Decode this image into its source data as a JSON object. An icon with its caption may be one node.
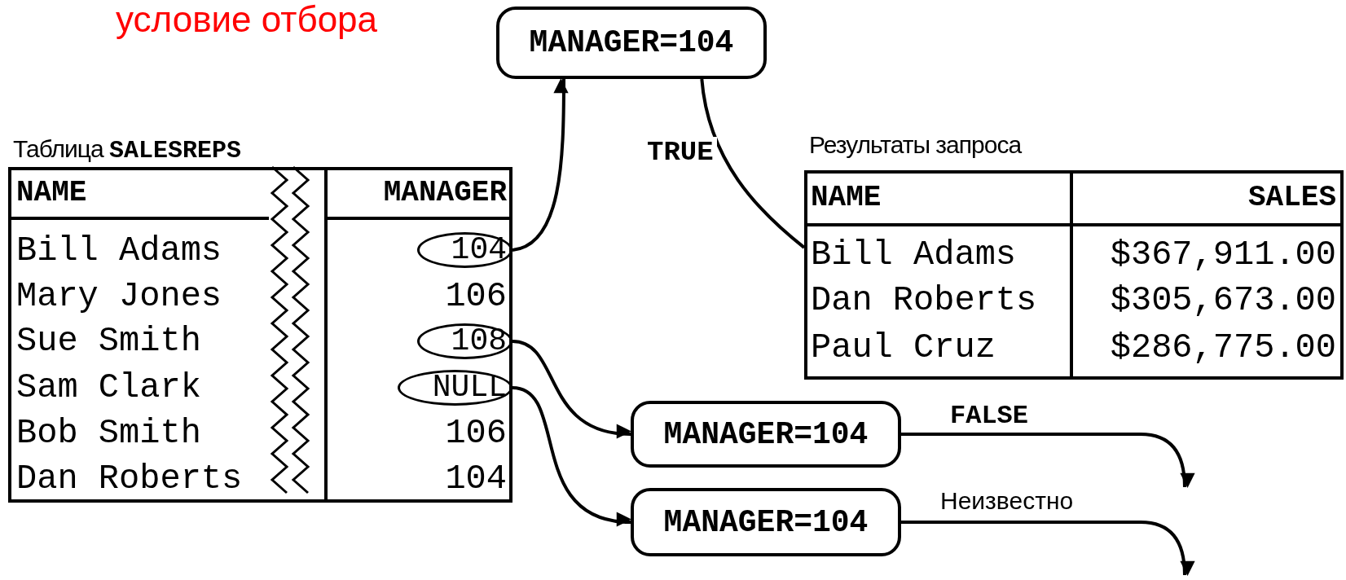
{
  "diagram": {
    "title": "условие отбора",
    "nodes": [
      {
        "text": [
          "Таблица **SALESREPS**"
        ]
      },
      {
        "text": [
          "104"
        ],
        "in": 0
      },
      {
        "text": [
          "108"
        ],
        "in": 0
      },
      {
        "text": [
          "NULL"
        ],
        "in": 0
      },
      {
        "text": [
          "MANAGER=104"
        ]
      },
      {
        "text": [
          "Результаты запроса"
        ]
      },
      {
        "text": [
          "MANAGER=104"
        ]
      },
      {
        "text": [
          "MANAGER=104"
        ]
      }
    ],
    "edges": [
      {
        "from": 1,
        "to": 4,
        "arrow": "to"
      },
      {
        "from": 4,
        "to": 5,
        "arrow": "none",
        "label": "TRUE"
      },
      {
        "from": 2,
        "to": 6,
        "arrow": "to"
      },
      {
        "from": 3,
        "to": 7,
        "arrow": "to"
      },
      {
        "from": 6,
        "to": null,
        "arrow": "to",
        "label": "FALSE"
      },
      {
        "from": 7,
        "to": null,
        "arrow": "to",
        "label": "Неизвестно"
      }
    ],
    "labels": [
      "NAME",
      "MANAGER",
      "Bill Adams",
      "Mary Jones",
      "106",
      "Sue Smith",
      "Sam Clark",
      "Bob Smith",
      "106",
      "Dan Roberts",
      "104",
      "NAME",
      "SALES",
      "Bill Adams",
      "$367,911.00",
      "Dan Roberts",
      "$305,673.00",
      "Paul Cruz",
      "$286,775.00"
    ]
  }
}
